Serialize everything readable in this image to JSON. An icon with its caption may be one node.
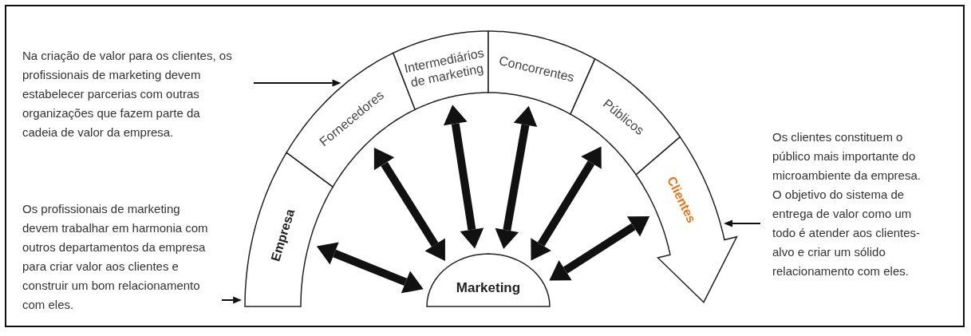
{
  "diagram": {
    "nodes": [
      {
        "text": [
          "Na criação de valor para os clientes, os profissionais de marketing devem estabelecer parcerias com outras organizações que fazem parte da cadeia de valor da empresa."
        ]
      },
      {
        "text": [
          "Os profissionais de marketing devem trabalhar em harmonia com outros departamentos da empresa para criar valor aos clientes e construir um bom relacionamento com eles."
        ]
      },
      {
        "text": [
          "Empresa"
        ]
      },
      {
        "text": [
          "Fornecedores"
        ]
      },
      {
        "text": [
          "Intermediários de marketing"
        ]
      },
      {
        "text": [
          "Concorrentes"
        ]
      },
      {
        "text": [
          "Públicos"
        ]
      },
      {
        "text": [
          "Clientes"
        ]
      },
      {
        "text": [
          "Marketing"
        ]
      },
      {
        "text": [
          "Os clientes constituem o público mais importante do microambiente da empresa. O objetivo do sistema de entrega de valor como um todo é atender aos clientes-alvo e criar um sólido relacionamento com eles."
        ]
      }
    ],
    "edges": [
      {
        "from": 0,
        "to": 3,
        "arrow": "to"
      },
      {
        "from": 1,
        "to": 2,
        "arrow": "to"
      },
      {
        "from": 9,
        "to": 7,
        "arrow": "to"
      },
      {
        "from": 8,
        "to": 2,
        "arrow": "both"
      },
      {
        "from": 8,
        "to": 3,
        "arrow": "both"
      },
      {
        "from": 8,
        "to": 4,
        "arrow": "both"
      },
      {
        "from": 8,
        "to": 5,
        "arrow": "both"
      },
      {
        "from": 8,
        "to": 6,
        "arrow": "both"
      },
      {
        "from": 8,
        "to": 7,
        "arrow": "both"
      }
    ]
  }
}
